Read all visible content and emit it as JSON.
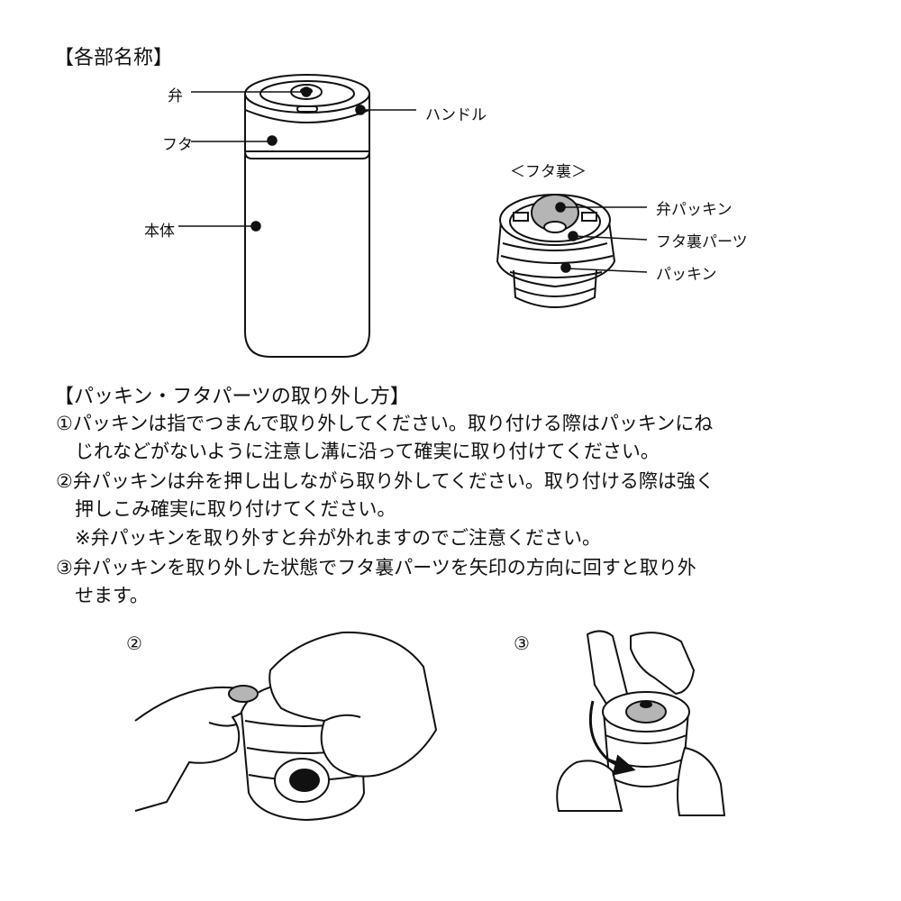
{
  "section1": {
    "heading": "【各部名称】",
    "labels": {
      "valve": "弁",
      "lid": "フタ",
      "body": "本体",
      "handle": "ハンドル"
    }
  },
  "lid_underside": {
    "heading": "＜フタ裏＞",
    "labels": {
      "valve_packing": "弁パッキン",
      "lid_back_part": "フタ裏パーツ",
      "packing": "パッキン"
    }
  },
  "section2": {
    "heading": "【パッキン・フタパーツの取り外し方】",
    "lines": [
      "①パッキンは指でつまんで取り外してください。取り付ける際はパッキンにね",
      "　じれなどがないように注意し溝に沿って確実に取り付けてください。",
      "②弁パッキンは弁を押し出しながら取り外してください。取り付ける際は強く",
      "　押しこみ確実に取り付けてください。",
      "　※弁パッキンを取り外すと弁が外れますのでご注意ください。",
      "③弁パッキンを取り外した状態でフタ裏パーツを矢印の方向に回すと取り外",
      "　せます。"
    ]
  },
  "figures": {
    "fig2_label": "②",
    "fig3_label": "③"
  }
}
